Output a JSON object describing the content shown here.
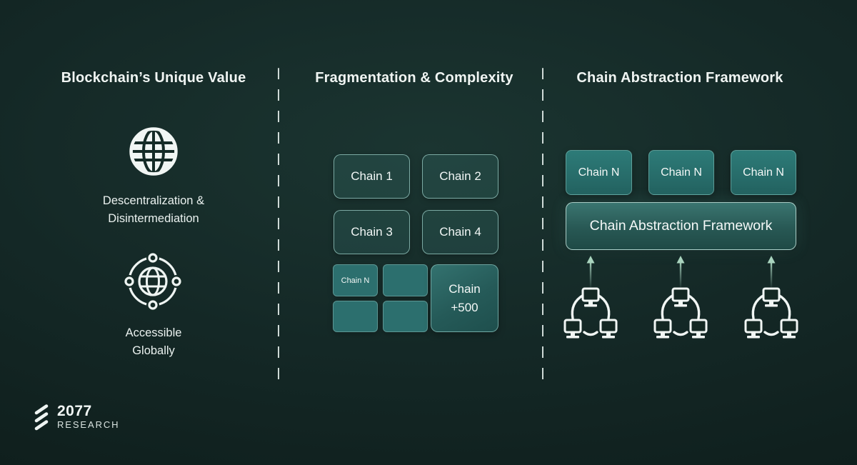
{
  "columns": {
    "left": {
      "title": "Blockchain’s Unique Value",
      "items": [
        {
          "icon": "globe-icon",
          "label": "Descentralization &\nDisintermediation"
        },
        {
          "icon": "globe-orbit-icon",
          "label": "Accessible\nGlobally"
        }
      ]
    },
    "middle": {
      "title": "Fragmentation & Complexity",
      "chains": [
        "Chain 1",
        "Chain 2",
        "Chain 3",
        "Chain 4"
      ],
      "small_chain": "Chain N",
      "more_chains": "Chain\n+500"
    },
    "right": {
      "title": "Chain Abstraction Framework",
      "chains": [
        "Chain N",
        "Chain N",
        "Chain N"
      ],
      "framework_label": "Chain Abstraction Framework",
      "arrow_icon": "arrow-up-icon",
      "network_icon": "computer-network-icon"
    }
  },
  "logo": {
    "brand": "2077",
    "sub": "RESEARCH",
    "icon": "2077-research-logo-icon"
  },
  "colors": {
    "background_center": "#1b3531",
    "background_edge": "#0d1b19",
    "teal_fill": "#2c6f6e",
    "teal_fill_bright": "#2d7b78",
    "box_border_light": "#9ec9c2",
    "text": "#f2f7f6",
    "arrow": "#a9d4be"
  }
}
